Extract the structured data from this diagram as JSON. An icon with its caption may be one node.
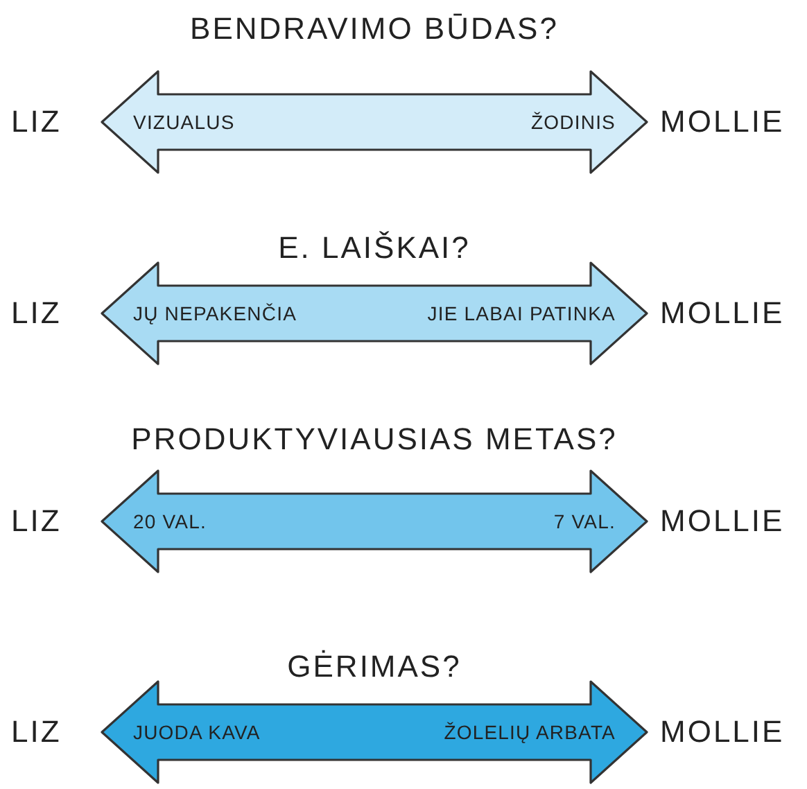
{
  "diagram": {
    "nodes": [
      {
        "text": [
          "BENDRAVIMO BŪDAS?",
          "VIZUALUS",
          "ŽODINIS"
        ]
      },
      {
        "text": [
          "E. LAIŠKAI?",
          "JŲ NEPAKENČIA",
          "JIE LABAI PATINKA"
        ]
      },
      {
        "text": [
          "PRODUKTYVIAUSIAS METAS?",
          "20 VAL.",
          "7 VAL."
        ]
      },
      {
        "text": [
          "GĖRIMAS?",
          "JUODA KAVA",
          "ŽOLELIŲ ARBATA"
        ]
      }
    ],
    "labels": [
      "LIZ",
      "MOLLIE",
      "LIZ",
      "MOLLIE",
      "LIZ",
      "MOLLIE",
      "LIZ",
      "MOLLIE"
    ]
  }
}
